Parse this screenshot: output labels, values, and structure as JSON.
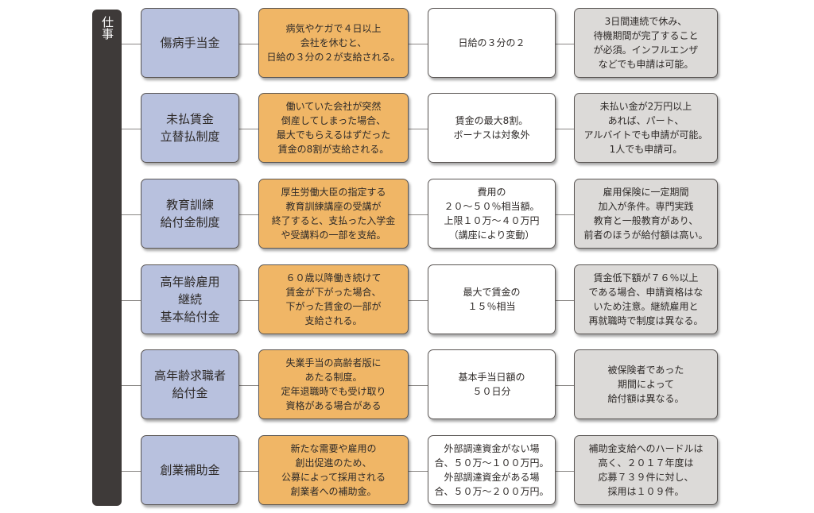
{
  "category": "仕事",
  "rows": [
    {
      "name": "傷病手当金",
      "condition": "病気やケガで４日以上\n会社を休むと、\n日給の３分の２が支給される。",
      "amount": "日給の３分の２",
      "note": "3日間連続で休み、\n待機期間が完了すること\nが必須。インフルエンザ\nなどでも申請は可能。"
    },
    {
      "name": "未払賃金\n立替払制度",
      "condition": "働いていた会社が突然\n倒産してしまった場合、\n最大でもらえるはずだった\n賃金の8割が支給される。",
      "amount": "賃金の最大8割。\nボーナスは対象外",
      "note": "未払い金が2万円以上\nあれば、パート、\nアルバイトでも申請が可能。\n1人でも申請可。"
    },
    {
      "name": "教育訓練\n給付金制度",
      "condition": "厚生労働大臣の指定する\n教育訓練講座の受講が\n終了すると、支払った入学金\nや受講料の一部を支給。",
      "amount": "費用の\n２０〜５０％相当額。\n上限１０万〜４０万円\n（講座により変動）",
      "note": "雇用保険に一定期間\n加入が条件。専門実践\n教育と一般教育があり、\n前者のほうが給付額は高い。"
    },
    {
      "name": "高年齢雇用\n継続\n基本給付金",
      "condition": "６０歳以降働き続けて\n賃金が下がった場合、\n下がった賃金の一部が\n支給される。",
      "amount": "最大で賃金の\n１５％相当",
      "note": "賃金低下額が７６％以上\nである場合、申請資格はな\nいため注意。継続雇用と\n再就職時で制度は異なる。"
    },
    {
      "name": "高年齢求職者\n給付金",
      "condition": "失業手当の高齢者版に\nあたる制度。\n定年退職時でも受け取り\n資格がある場合がある",
      "amount": "基本手当日額の\n５０日分",
      "note": "被保険者であった\n期間によって\n給付額は異なる。"
    },
    {
      "name": "創業補助金",
      "condition": "新たな需要や雇用の\n創出促進のため、\n公募によって採用される\n創業者への補助金。",
      "amount": "外部調達資金がない場\n合、５０万〜１００万円。\n外部調達資金がある場\n合、５０万〜２００万円。",
      "note": "補助金支給へのハードルは\n高く、２０１７年度は\n応募７３９件に対し、\n採用は１０９件。"
    }
  ]
}
